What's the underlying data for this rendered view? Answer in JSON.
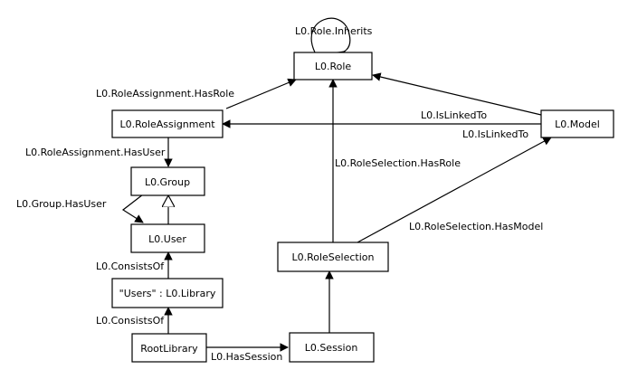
{
  "nodes": {
    "role": "L0.Role",
    "role_assignment": "L0.RoleAssignment",
    "model": "L0.Model",
    "group": "L0.Group",
    "user": "L0.User",
    "users_library": "\"Users\" : L0.Library",
    "root_library": "RootLibrary",
    "role_selection": "L0.RoleSelection",
    "session": "L0.Session"
  },
  "edges": {
    "role_inherits": "L0.Role.Inherits",
    "role_assignment_has_role": "L0.RoleAssignment.HasRole",
    "is_linked_to_top": "L0.IsLinkedTo",
    "is_linked_to_bottom": "L0.IsLinkedTo",
    "role_assignment_has_user": "L0.RoleAssignment.HasUser",
    "group_has_user": "L0.Group.HasUser",
    "role_selection_has_role": "L0.RoleSelection.HasRole",
    "role_selection_has_model": "L0.RoleSelection.HasModel",
    "consists_of_upper": "L0.ConsistsOf",
    "consists_of_lower": "L0.ConsistsOf",
    "has_session": "L0.HasSession"
  }
}
